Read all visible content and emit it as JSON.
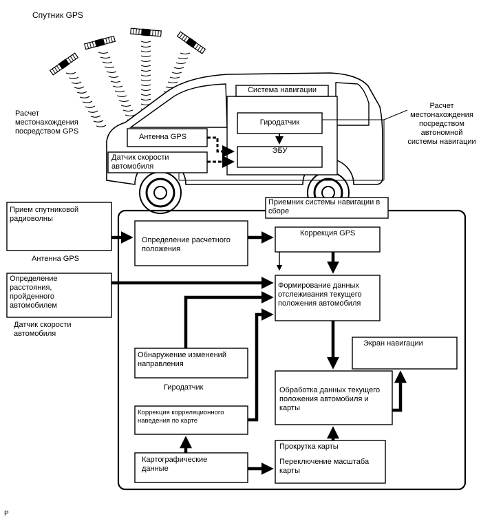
{
  "top": {
    "satellite_label": "Спутник GPS",
    "gps_calc_label": "Расчет местонахождения посредством GPS",
    "autonomous_calc_label": "Расчет местонахождения посредством автономной системы навигации"
  },
  "car": {
    "nav_system": "Система навигации",
    "gyro": "Гиродатчик",
    "ecu": "ЭБУ",
    "antenna": "Антенна GPS",
    "speed_sensor": "Датчик скорости автомобиля"
  },
  "flow": {
    "receiver_title": "Приемник системы навигации в сборе",
    "satellite_reception": "Прием спутниковой радиоволны",
    "antenna_label": "Антенна GPS",
    "distance_detection": "Определение расстояния, пройденного автомобилем",
    "speed_sensor_label": "Датчик скорости автомобиля",
    "estimated_position": "Определение расчетного положения",
    "gps_correction": "Коррекция GPS",
    "tracking_data": "Формирование данных отслеживания текущего положения автомобиля",
    "nav_screen": "Экран навигации",
    "direction_change": "Обнаружение изменений направления",
    "gyro_label": "Гиродатчик",
    "map_matching": "Коррекция корреляционного наведения по карте",
    "map_processing": "Обработка данных текущего положения автомобиля и карты",
    "map_scroll": "Прокрутка карты",
    "map_scale": "Переключение масштаба карты",
    "map_data": "Картографические данные"
  },
  "footer": {
    "code": "P"
  }
}
